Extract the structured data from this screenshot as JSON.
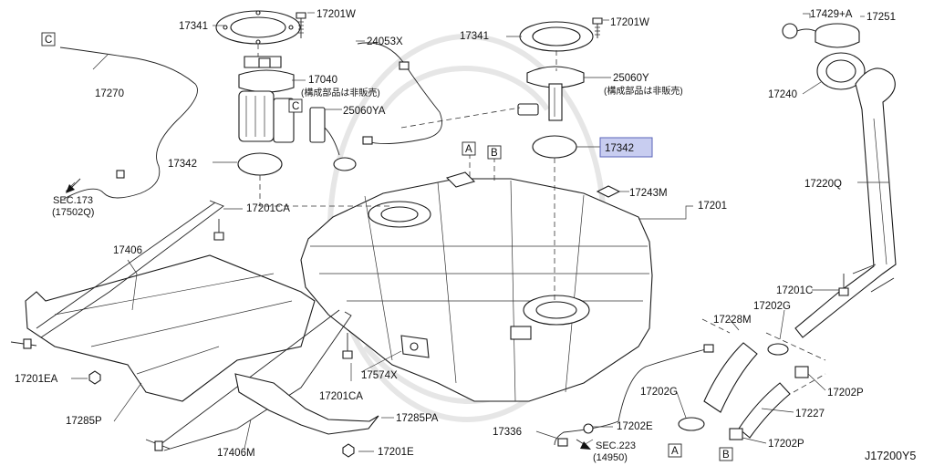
{
  "labels": {
    "p17341_a": "17341",
    "p17201w_a": "17201W",
    "p24053x": "24053X",
    "p17040": "17040",
    "note_a": "(構成部品は非販売)",
    "p25060ya": "25060YA",
    "p17270": "17270",
    "p17342_a": "17342",
    "sec173": "SEC.173",
    "sec173_ref": "(17502Q)",
    "p17341_b": "17341",
    "p17201w_b": "17201W",
    "p25060y": "25060Y",
    "note_b": "(構成部品は非販売)",
    "p17342_b": "17342",
    "p17243m": "17243M",
    "p17201": "17201",
    "p17201ca_a": "17201CA",
    "p17406": "17406",
    "p17201ea": "17201EA",
    "p17285p": "17285P",
    "p17574x": "17574X",
    "p17201ca_b": "17201CA",
    "p17285pa": "17285PA",
    "p17406m": "17406M",
    "p17201e": "17201E",
    "p17336": "17336",
    "sec223": "SEC.223",
    "sec223_ref": "(14950)",
    "p17202e": "17202E",
    "p17202g_a": "17202G",
    "p17228m": "17228M",
    "p17202g_b": "17202G",
    "p17201c": "17201C",
    "p17202p_a": "17202P",
    "p17227": "17227",
    "p17202p_b": "17202P",
    "p17429a": "17429+A",
    "p17251": "17251",
    "p17240": "17240",
    "p17220q": "17220Q",
    "ref_a1": "A",
    "ref_b1": "B",
    "ref_c1": "C",
    "ref_c2": "C",
    "ref_a2": "A",
    "ref_b2": "B",
    "diagram_id": "J17200Y5"
  },
  "colors": {
    "highlight_fill": "#c8cdf0",
    "highlight_stroke": "#5a63b8",
    "ink": "#111111"
  }
}
